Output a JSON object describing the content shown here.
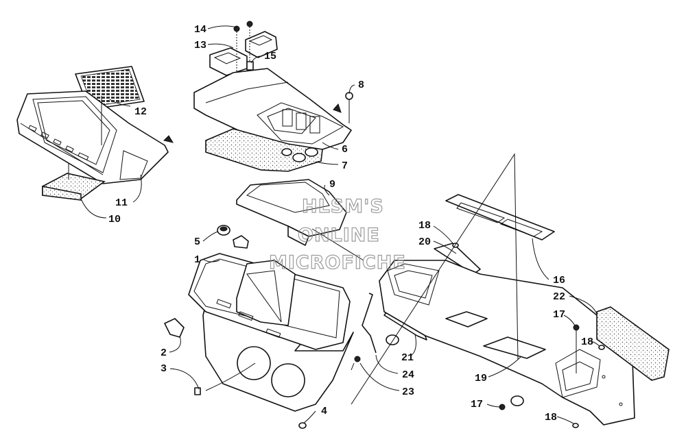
{
  "watermark": {
    "line1": "HLSM'S",
    "line2": "ONLINE",
    "line3": "MICROFICHE"
  },
  "callouts": {
    "c1": "1",
    "c2": "2",
    "c3": "3",
    "c4": "4",
    "c5": "5",
    "c6": "6",
    "c7": "7",
    "c8": "8",
    "c9": "9",
    "c10": "10",
    "c11": "11",
    "c12": "12",
    "c13": "13",
    "c14": "14",
    "c15": "15",
    "c16": "16",
    "c17a": "17",
    "c17b": "17",
    "c18a": "18",
    "c18b": "18",
    "c18c": "18",
    "c19": "19",
    "c20": "20",
    "c21": "21",
    "c22": "22",
    "c23": "23",
    "c24": "24"
  }
}
